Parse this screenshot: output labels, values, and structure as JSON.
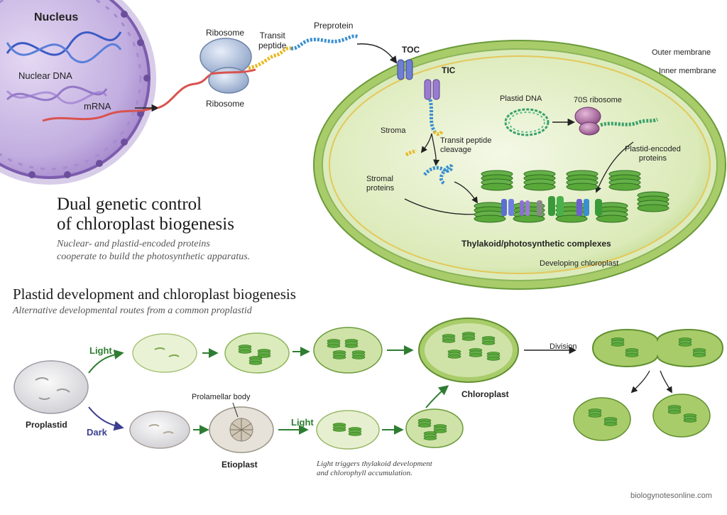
{
  "top": {
    "nucleus": "Nucleus",
    "nuclear_dna": "Nuclear DNA",
    "mrna": "mRNA",
    "ribosome_top": "Ribosome",
    "ribosome_bottom": "Ribosome",
    "transit_peptide": "Transit\npeptide",
    "preprotein": "Preprotein",
    "toc": "TOC",
    "tic": "TIC",
    "outer_membrane": "Outer membrane",
    "inner_membrane": "Inner membrane",
    "stroma": "Stroma",
    "transit_cleavage": "Transit peptide\ncleavage",
    "plastid_dna": "Plastid DNA",
    "ribosome_70s": "70S ribosome",
    "plastid_encoded": "Plastid-encoded\nproteins",
    "stromal_proteins": "Stromal\nproteins",
    "thylakoid_complexes": "Thylakoid/photosynthetic complexes",
    "developing_chloroplast": "Developing chloroplast"
  },
  "title1": {
    "line1": "Dual genetic control",
    "line2": "of chloroplast biogenesis",
    "subtitle1": "Nuclear- and plastid-encoded proteins",
    "subtitle2": "cooperate to build the photosynthetic apparatus."
  },
  "title2": {
    "heading": "Plastid development and chloroplast biogenesis",
    "subtitle": "Alternative developmental routes from a common proplastid"
  },
  "bottom": {
    "light_top": "Light",
    "dark": "Dark",
    "proplastid": "Proplastid",
    "prolamellar": "Prolamellar body",
    "etioplast": "Etioplast",
    "light_mid": "Light",
    "chloroplast": "Chloroplast",
    "division": "Division",
    "note": "Light triggers thylakoid development\nand chlorophyll accumulation."
  },
  "footer": {
    "source": "biologynotesonline.com"
  },
  "colors": {
    "nucleus_fill": "#b79fd6",
    "chloroplast_fill": "#cfe3a8",
    "thylakoid": "#5aa83a",
    "mrna": "#d9534f",
    "peptide_blue": "#3a8fd0",
    "peptide_yellow": "#e8b923"
  }
}
